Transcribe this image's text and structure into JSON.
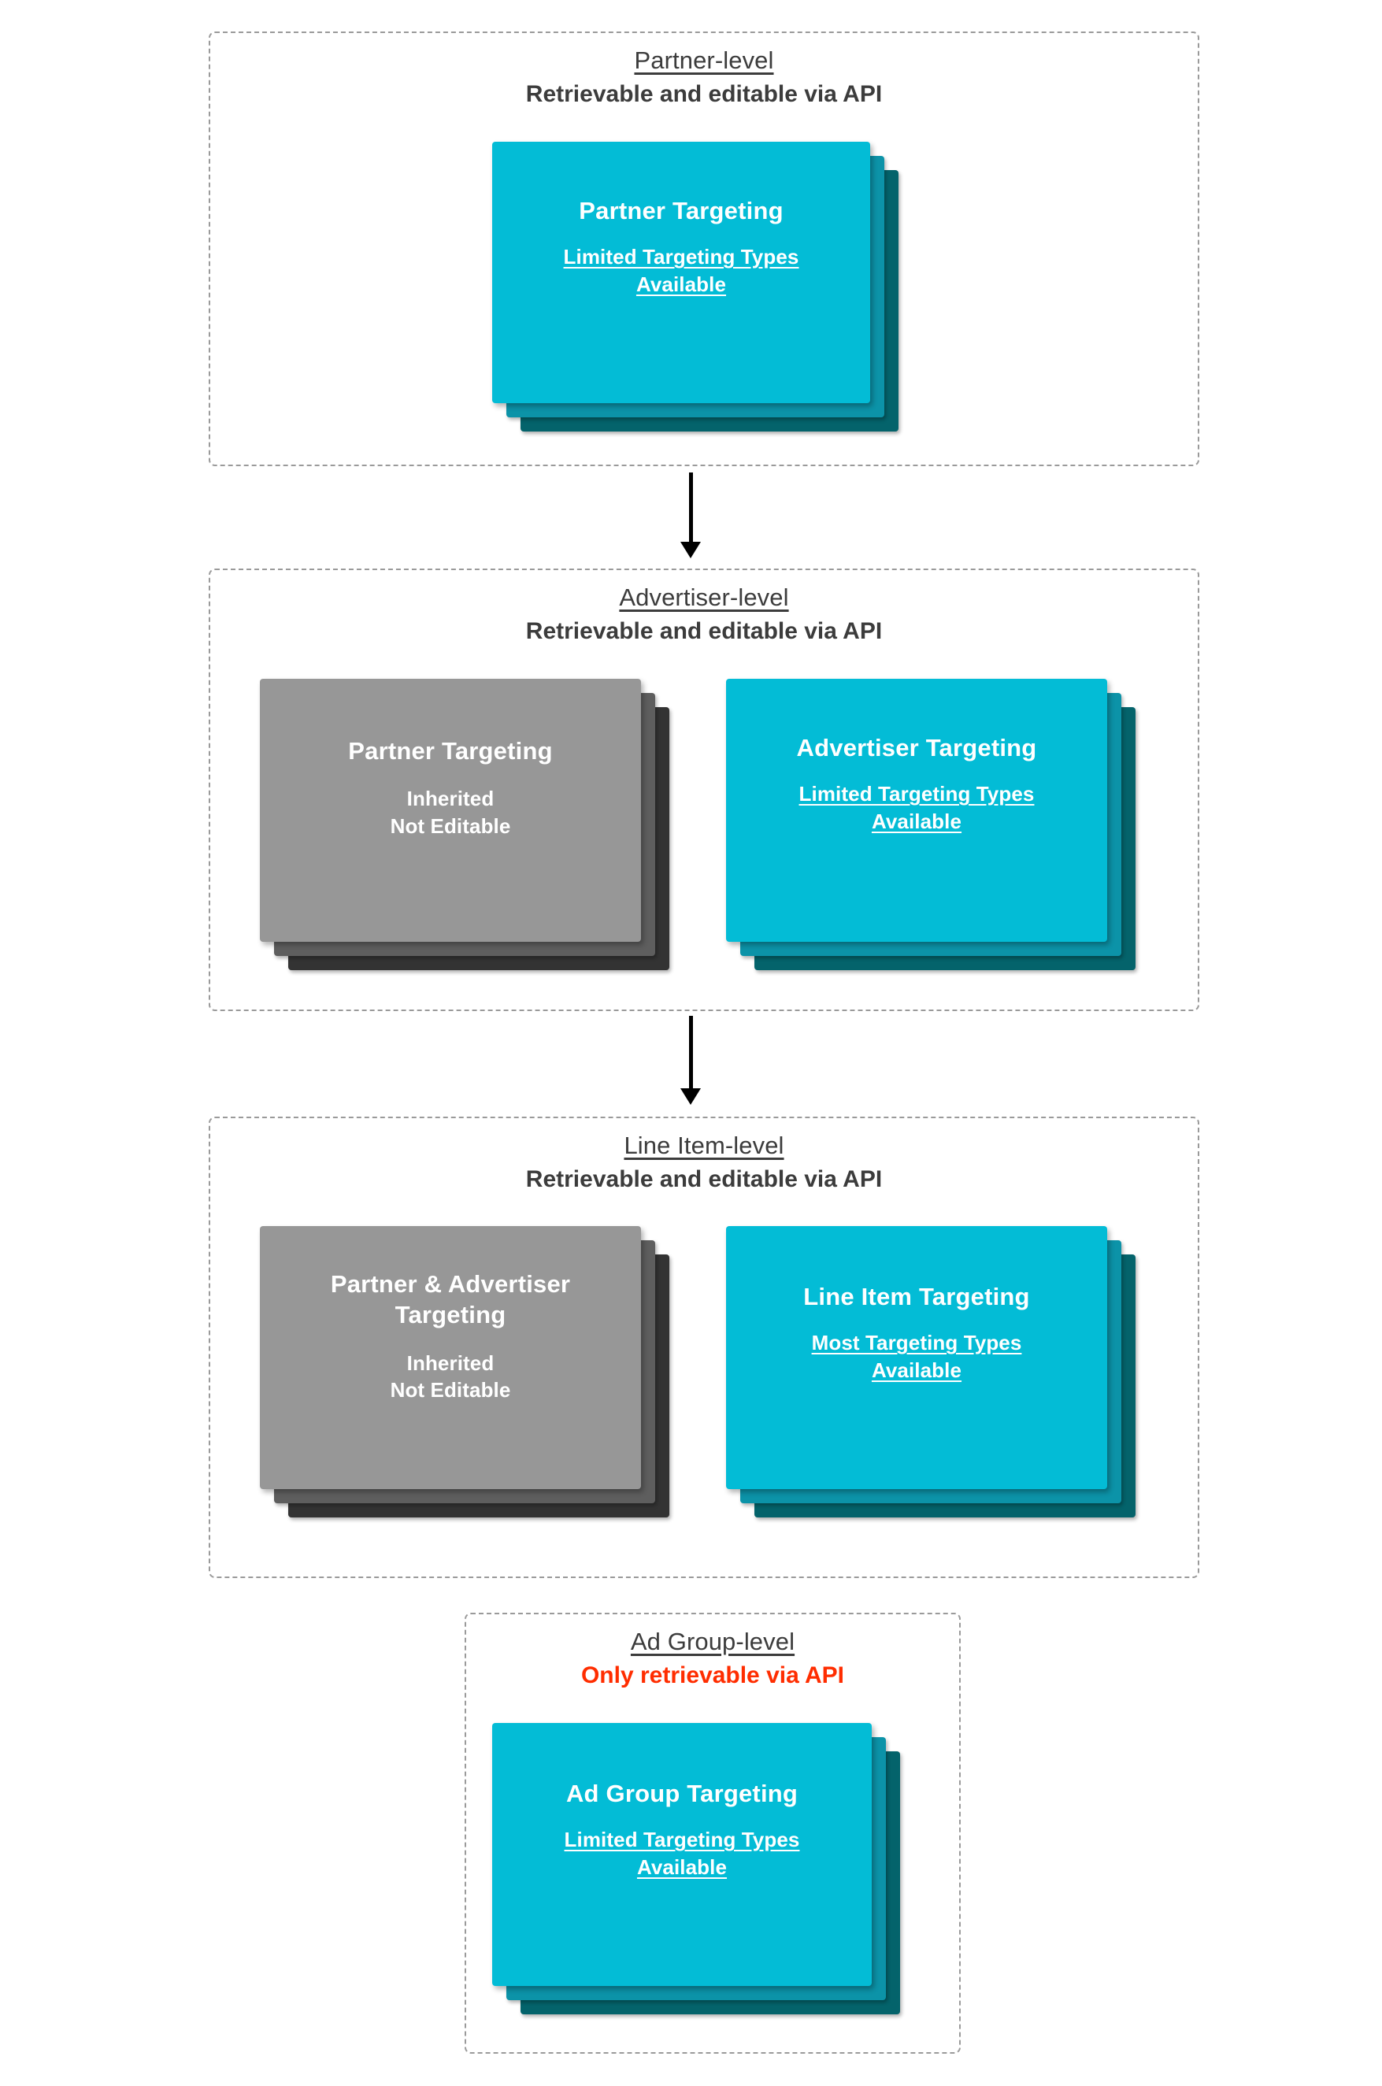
{
  "diagram": {
    "title": "Targeting inheritance across partner, advertiser, line item and ad group levels",
    "colors": {
      "card_front_cyan": "#03bcd6",
      "card_mid_cyan": "#0c93a8",
      "card_back_cyan": "#04636b",
      "card_front_gray": "#979797",
      "card_mid_gray": "#5e5e5e",
      "card_back_gray": "#333333",
      "dashed_border": "#9a9a9a",
      "text_dark": "#3c3c3c",
      "danger_red": "#ff2d00",
      "arrow": "#000000"
    }
  },
  "levels": [
    {
      "id": "partner-level",
      "title": "Partner-level",
      "subtitle": "Retrievable and editable via API",
      "subtitle_state": "normal",
      "cards": [
        {
          "id": "partner-targeting",
          "title": "Partner Targeting",
          "note": "Limited Targeting Types\nAvailable",
          "note_underlined": true,
          "style": "cyan"
        }
      ]
    },
    {
      "id": "advertiser-level",
      "title": "Advertiser-level",
      "subtitle": "Retrievable and editable via API",
      "subtitle_state": "normal",
      "cards": [
        {
          "id": "inherited-partner-targeting",
          "title": "Partner Targeting",
          "note": "Inherited\nNot Editable",
          "note_underlined": false,
          "style": "gray"
        },
        {
          "id": "advertiser-targeting",
          "title": "Advertiser Targeting",
          "note": "Limited Targeting Types\nAvailable",
          "note_underlined": true,
          "style": "cyan"
        }
      ]
    },
    {
      "id": "line-item-level",
      "title": "Line Item-level",
      "subtitle": "Retrievable and editable via API",
      "subtitle_state": "normal",
      "cards": [
        {
          "id": "inherited-partner-advertiser-targeting",
          "title": "Partner & Advertiser Targeting",
          "note": "Inherited\nNot Editable",
          "note_underlined": false,
          "style": "gray"
        },
        {
          "id": "line-item-targeting",
          "title": "Line Item Targeting",
          "note": "Most Targeting Types\nAvailable",
          "note_underlined": true,
          "style": "cyan"
        }
      ]
    },
    {
      "id": "ad-group-level",
      "title": "Ad Group-level",
      "subtitle": "Only retrievable via API",
      "subtitle_state": "danger",
      "cards": [
        {
          "id": "ad-group-targeting",
          "title": "Ad Group Targeting",
          "note": "Limited Targeting Types\nAvailable",
          "note_underlined": true,
          "style": "cyan"
        }
      ]
    }
  ],
  "connectors": [
    {
      "id": "arrow-partner-to-advertiser",
      "from": "partner-level",
      "to": "advertiser-level"
    },
    {
      "id": "arrow-advertiser-to-line-item",
      "from": "advertiser-level",
      "to": "line-item-level"
    }
  ]
}
